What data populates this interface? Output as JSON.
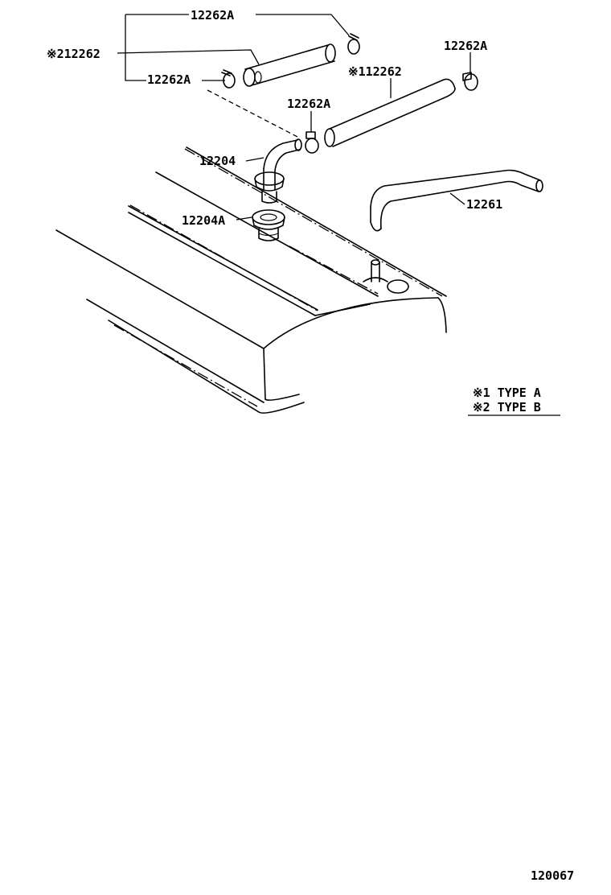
{
  "labels": {
    "clamp_top": "12262A",
    "hose_type_b": "※212262",
    "clamp_left": "12262A",
    "clamp_right": "12262A",
    "hose_type_a": "※112262",
    "clamp_mid": "12262A",
    "pcv_valve": "12204",
    "hose_12261": "12261",
    "grommet": "12204A"
  },
  "legend": {
    "type_a": "※1  TYPE  A",
    "type_b": "※2  TYPE  B"
  },
  "figure_number": "120067"
}
